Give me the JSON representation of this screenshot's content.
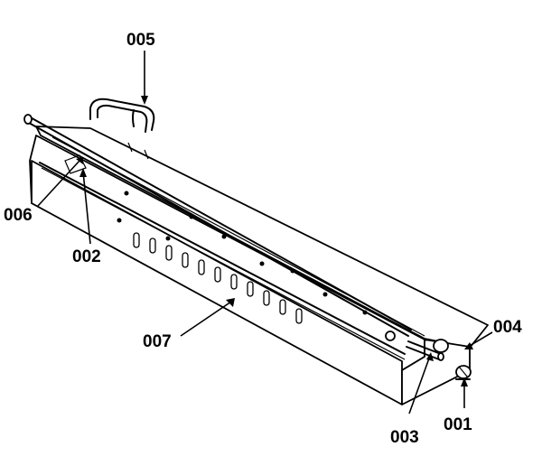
{
  "callouts": {
    "c001": "001",
    "c002": "002",
    "c003": "003",
    "c004": "004",
    "c005": "005",
    "c006": "006",
    "c007": "007"
  },
  "colors": {
    "line": "#000000",
    "background": "#ffffff"
  }
}
